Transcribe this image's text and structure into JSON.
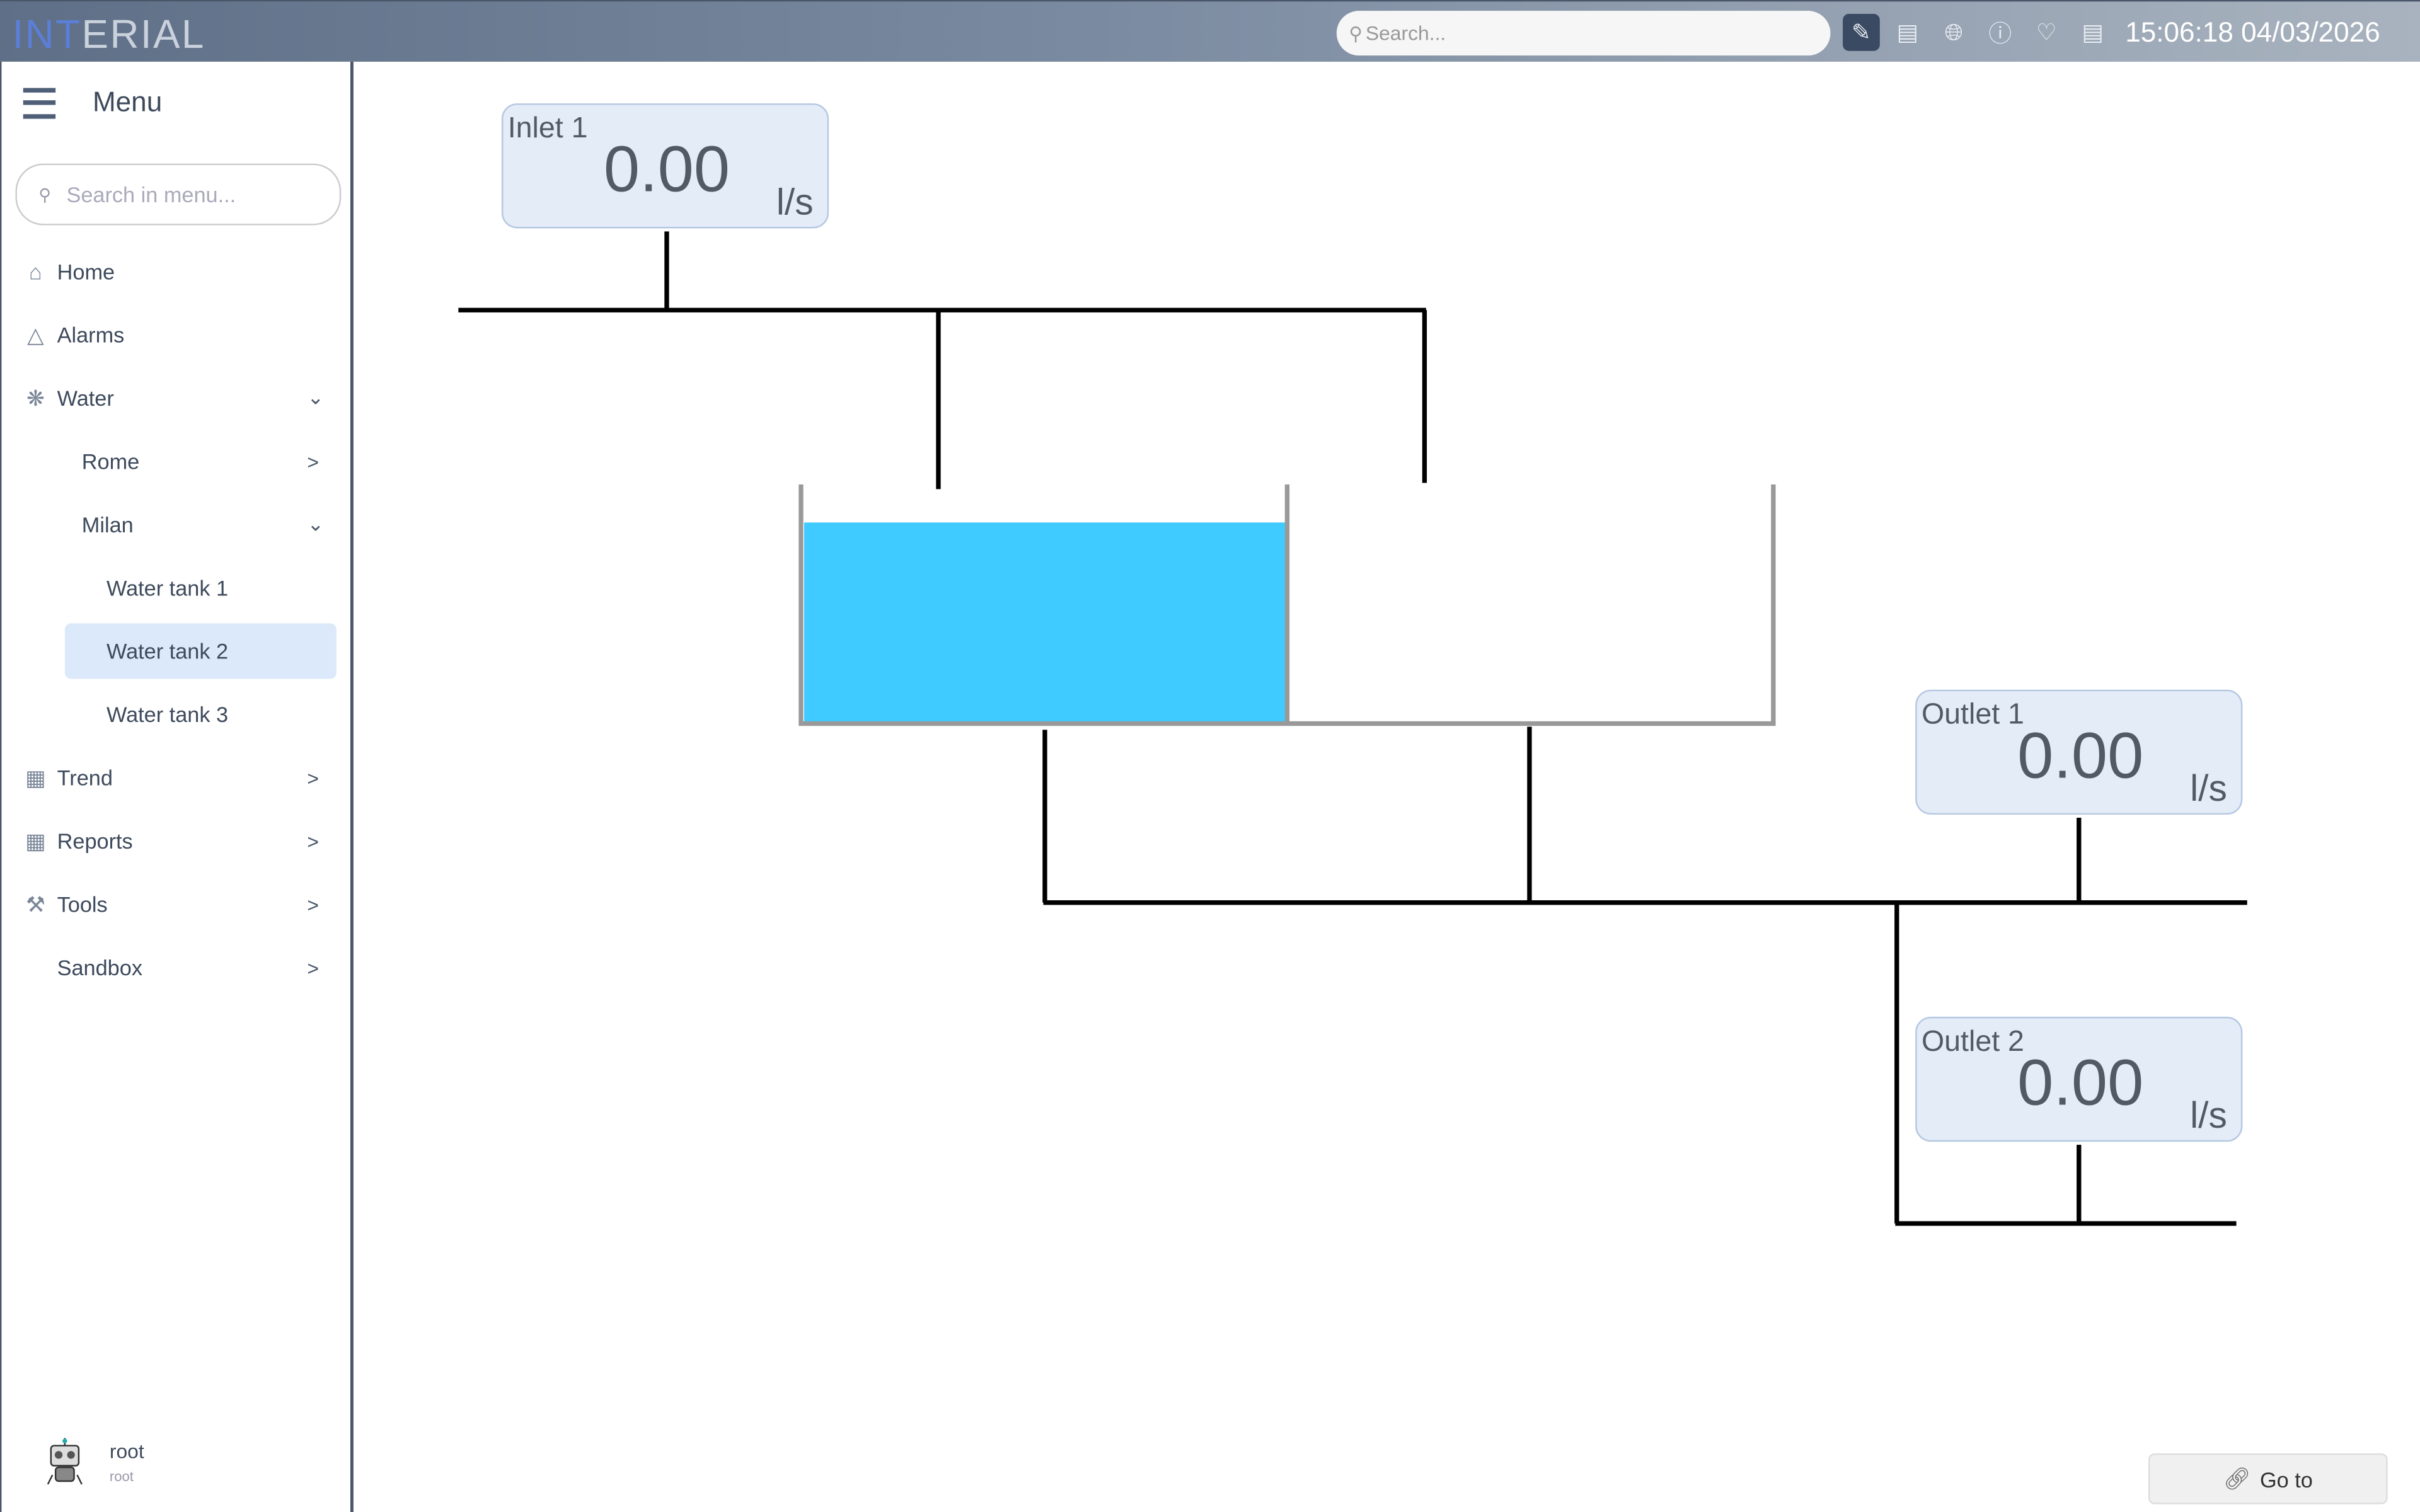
{
  "app": {
    "logo": "INTERIAL",
    "logo_accent": "INT",
    "logo_rest": "ERIAL"
  },
  "header": {
    "search_placeholder": "Search...",
    "datetime": "15:06:18 04/03/2026",
    "icons": [
      "edit-icon",
      "chat-icon",
      "globe-icon",
      "help-icon",
      "bell-icon",
      "clipboard-icon"
    ]
  },
  "sidebar": {
    "title": "Menu",
    "search_placeholder": "Search in menu...",
    "items": [
      {
        "label": "Home",
        "icon": "home-icon"
      },
      {
        "label": "Alarms",
        "icon": "warning-icon"
      },
      {
        "label": "Water",
        "icon": "water-tower-icon",
        "expanded": true
      },
      {
        "label": "Rome"
      },
      {
        "label": "Milan",
        "expanded": true
      },
      {
        "label": "Water tank 1"
      },
      {
        "label": "Water tank 2",
        "selected": true
      },
      {
        "label": "Water tank 3"
      },
      {
        "label": "Trend",
        "icon": "table-icon"
      },
      {
        "label": "Reports",
        "icon": "grid-icon"
      },
      {
        "label": "Tools",
        "icon": "wrench-icon"
      },
      {
        "label": "Sandbox"
      }
    ],
    "user": {
      "name": "root",
      "role": "root"
    }
  },
  "diagram": {
    "gauges": [
      {
        "label": "Inlet 1",
        "value": "0.00",
        "unit": "l/s"
      },
      {
        "label": "Outlet 1",
        "value": "0.00",
        "unit": "l/s"
      },
      {
        "label": "Outlet 2",
        "value": "0.00",
        "unit": "l/s"
      }
    ],
    "tanks": [
      {
        "level_fraction": 0.84,
        "fill_color": "#3fcbff"
      },
      {
        "level_fraction": 0.0,
        "fill_color": "#3fcbff"
      }
    ]
  },
  "footer": {
    "goto_label": "Go to"
  },
  "colors": {
    "accent": "#5b7fd8",
    "selected_bg": "#dce9fb",
    "gauge_bg": "#e4ecf7",
    "water": "#3fcbff"
  }
}
